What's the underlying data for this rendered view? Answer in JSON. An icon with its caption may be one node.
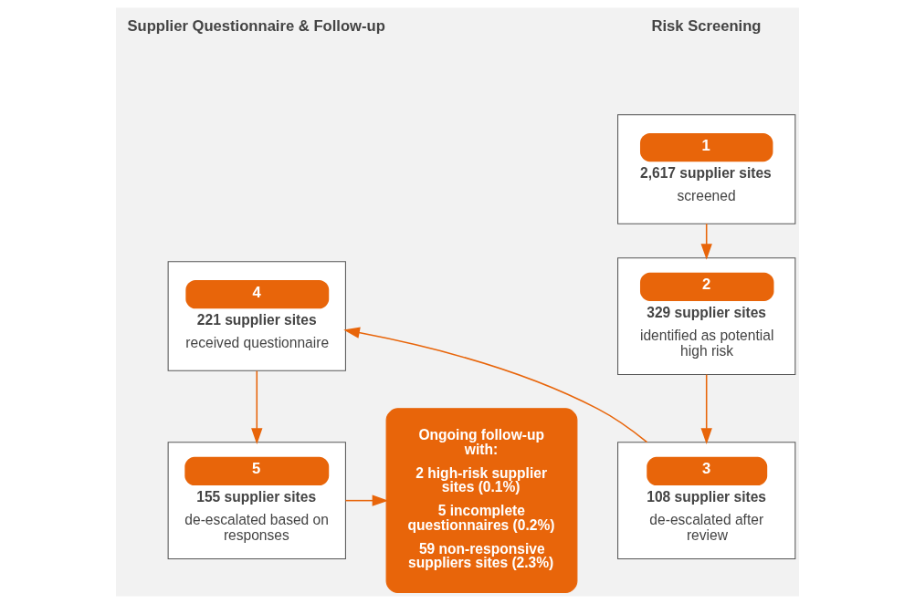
{
  "diagram": {
    "nodes": [
      {
        "text": [
          "1",
          "2,617 supplier sites",
          "screened"
        ]
      },
      {
        "text": [
          "2",
          "329 supplier sites",
          "identified as potential high risk"
        ]
      },
      {
        "text": [
          "3",
          "108 supplier sites",
          "de-escalated after review"
        ]
      },
      {
        "text": [
          "4",
          "221 supplier sites",
          "received questionnaire"
        ]
      },
      {
        "text": [
          "5",
          "155 supplier sites",
          "de-escalated based on responses"
        ]
      },
      {
        "text": [
          "Ongoing follow-up with:",
          "2 high-risk supplier sites (0.1%)",
          "5 incomplete questionnaires (0.2%)",
          "59 non-responsive suppliers sites (2.3%)"
        ]
      }
    ],
    "edges": [
      {
        "from": 0,
        "to": 1,
        "arrow": "to"
      },
      {
        "from": 1,
        "to": 2,
        "arrow": "to"
      },
      {
        "from": 2,
        "to": 3,
        "arrow": "to"
      },
      {
        "from": 3,
        "to": 4,
        "arrow": "to"
      },
      {
        "from": 4,
        "to": 5,
        "arrow": "to"
      }
    ],
    "labels": [
      "Risk Screening",
      "Supplier Questionnaire & Follow-up"
    ]
  }
}
